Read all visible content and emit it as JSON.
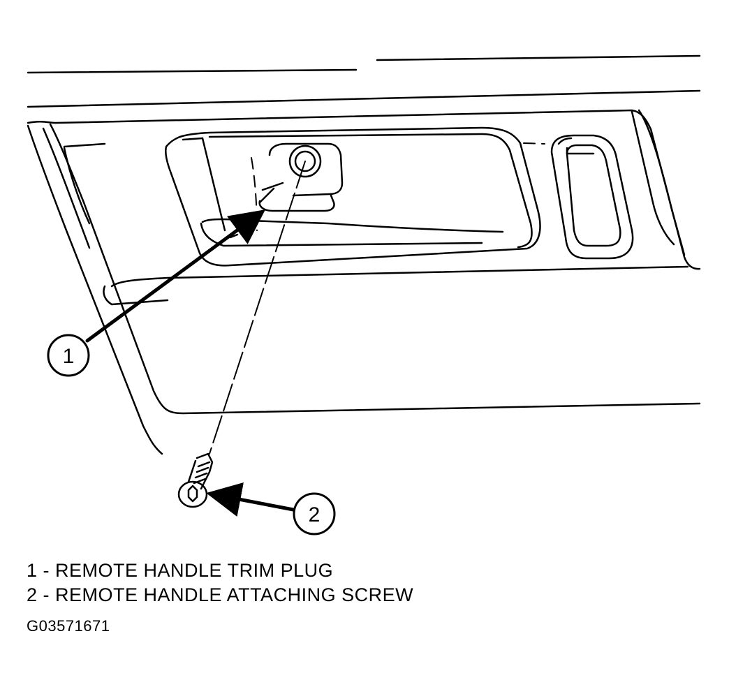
{
  "callouts": [
    {
      "number": "1"
    },
    {
      "number": "2"
    }
  ],
  "legend": [
    {
      "number": "1",
      "separator": " - ",
      "text": "REMOTE HANDLE TRIM PLUG"
    },
    {
      "number": "2",
      "separator": " - ",
      "text": "REMOTE HANDLE ATTACHING SCREW"
    }
  ],
  "figure_id": "G03571671",
  "icons": {
    "screw": "torx-screw-icon",
    "plug": "trim-plug-icon"
  },
  "colors": {
    "ink": "#000000",
    "paper": "#ffffff"
  }
}
